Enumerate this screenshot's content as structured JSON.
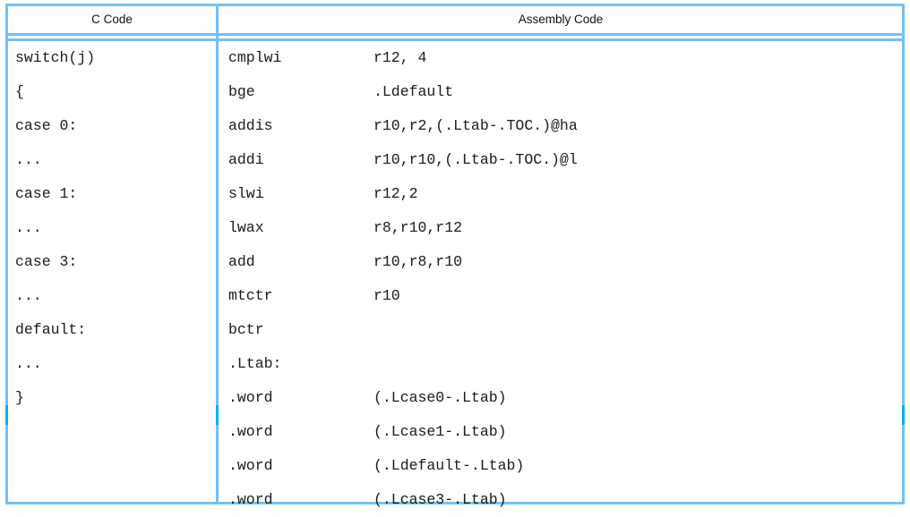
{
  "table": {
    "headers": {
      "c_code": "C Code",
      "assembly_code": "Assembly Code"
    },
    "colors": {
      "rule": "#74c0fb",
      "rule_accent": "#00b0f0",
      "text": "#1a1a1a",
      "background": "#ffffff"
    },
    "c_code_lines": [
      "switch(j)",
      "{",
      "case 0:",
      "...",
      "case 1:",
      "...",
      "case 3:",
      "...",
      "default:",
      "...",
      "}"
    ],
    "assembly_lines": [
      {
        "mnemonic": "cmplwi",
        "operand": "r12, 4"
      },
      {
        "mnemonic": "bge",
        "operand": ".Ldefault"
      },
      {
        "mnemonic": "addis",
        "operand": "r10,r2,(.Ltab-.TOC.)@ha"
      },
      {
        "mnemonic": "addi",
        "operand": "r10,r10,(.Ltab-.TOC.)@l"
      },
      {
        "mnemonic": "slwi",
        "operand": "r12,2"
      },
      {
        "mnemonic": "lwax",
        "operand": "r8,r10,r12"
      },
      {
        "mnemonic": "add",
        "operand": "r10,r8,r10"
      },
      {
        "mnemonic": "mtctr",
        "operand": "r10"
      },
      {
        "mnemonic": "bctr",
        "operand": ""
      },
      {
        "mnemonic": ".Ltab:",
        "operand": ""
      },
      {
        "mnemonic": ".word",
        "operand": "(.Lcase0-.Ltab)"
      },
      {
        "mnemonic": ".word",
        "operand": "(.Lcase1-.Ltab)"
      },
      {
        "mnemonic": ".word",
        "operand": "(.Ldefault-.Ltab)"
      },
      {
        "mnemonic": ".word",
        "operand": "(.Lcase3-.Ltab)"
      }
    ]
  }
}
